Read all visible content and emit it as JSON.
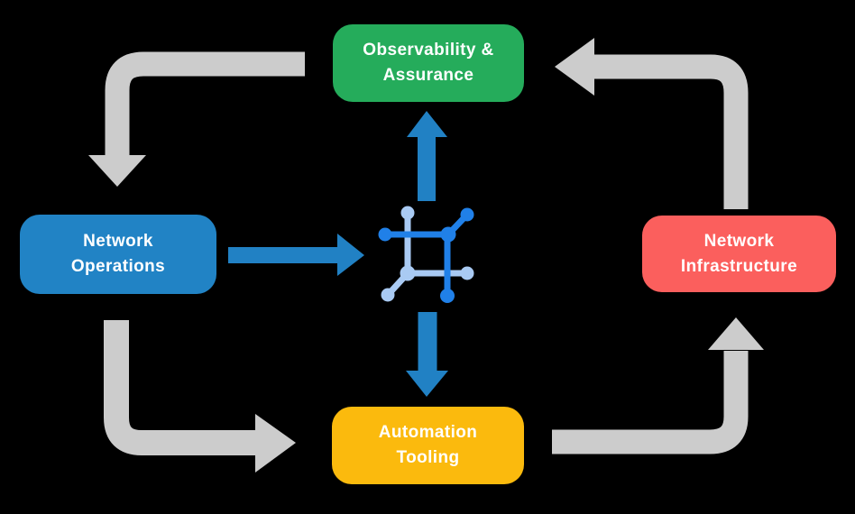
{
  "colors": {
    "background": "#000000",
    "gray_arrow": "#CCCCCC",
    "blue_arrow": "#2181C4",
    "icon_dark": "#2080E8",
    "icon_light": "#A9CAF3",
    "node_text": "#FFFFFF"
  },
  "nodes": {
    "observability": {
      "label": "Observability &\nAssurance",
      "color": "#25AC5B"
    },
    "operations": {
      "label": "Network\nOperations",
      "color": "#2183C5"
    },
    "infrastructure": {
      "label": "Network\nInfrastructure",
      "color": "#FB5F5D"
    },
    "automation": {
      "label": "Automation\nTooling",
      "color": "#FBBA0D"
    }
  },
  "icons": {
    "center": "network-nodes-icon"
  }
}
